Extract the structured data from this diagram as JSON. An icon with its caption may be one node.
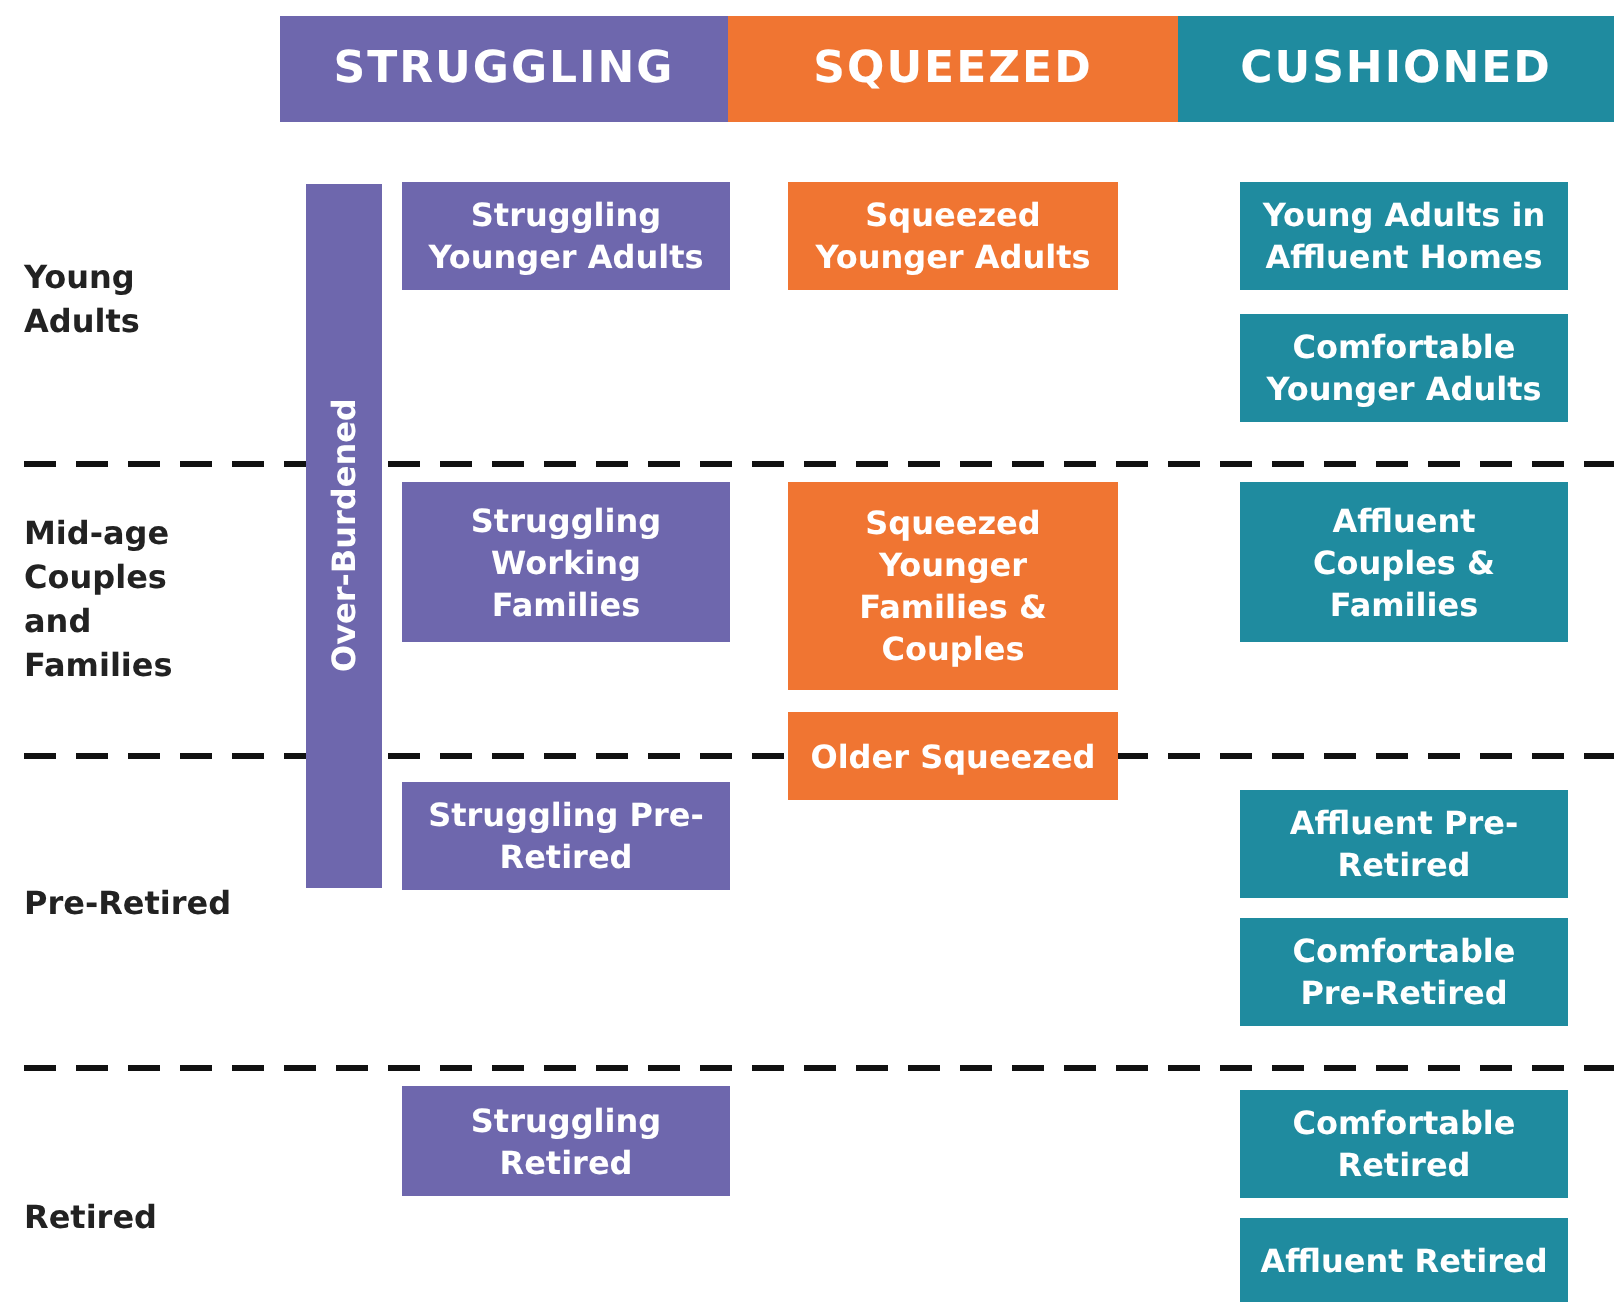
{
  "diagram": {
    "nodes": [
      {
        "text": [
          "STRUGGLING"
        ]
      },
      {
        "text": [
          "SQUEEZED"
        ]
      },
      {
        "text": [
          "CUSHIONED"
        ]
      },
      {
        "text": [
          "Over-Burdened"
        ]
      },
      {
        "text": [
          "Struggling Younger Adults"
        ]
      },
      {
        "text": [
          "Squeezed Younger Adults"
        ]
      },
      {
        "text": [
          "Young Adults in Affluent Homes"
        ]
      },
      {
        "text": [
          "Comfortable Younger Adults"
        ]
      },
      {
        "text": [
          "Struggling Working Families"
        ]
      },
      {
        "text": [
          "Squeezed Younger Families & Couples"
        ]
      },
      {
        "text": [
          "Affluent Couples & Families"
        ]
      },
      {
        "text": [
          "Older Squeezed"
        ]
      },
      {
        "text": [
          "Struggling Pre-Retired"
        ]
      },
      {
        "text": [
          "Affluent Pre-Retired"
        ]
      },
      {
        "text": [
          "Comfortable Pre-Retired"
        ]
      },
      {
        "text": [
          "Struggling Retired"
        ]
      },
      {
        "text": [
          "Comfortable Retired"
        ]
      },
      {
        "text": [
          "Affluent Retired"
        ]
      }
    ],
    "edges": [],
    "labels": [
      "Young Adults",
      "Mid-age Couples and Families",
      "Pre-Retired",
      "Retired"
    ]
  }
}
